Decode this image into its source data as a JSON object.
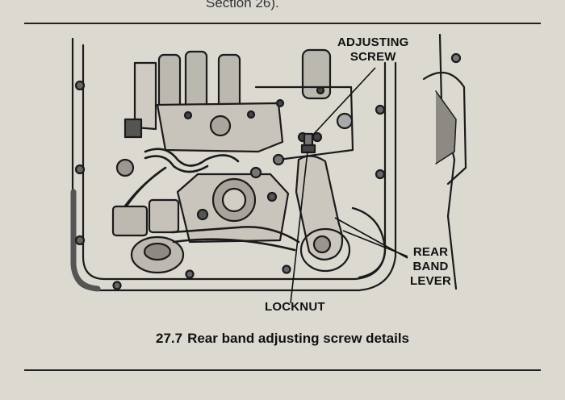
{
  "page": {
    "top_fragment": "Section 26).",
    "background_color": "#dcd9d1"
  },
  "figure": {
    "number": "27.7",
    "caption": "Rear band adjusting screw details",
    "labels": {
      "adjusting_line1": "ADJUSTING",
      "adjusting_line2": "SCREW",
      "rear_line1": "REAR",
      "rear_line2": "BAND",
      "rear_line3": "LEVER",
      "locknut": "LOCKNUT"
    }
  }
}
